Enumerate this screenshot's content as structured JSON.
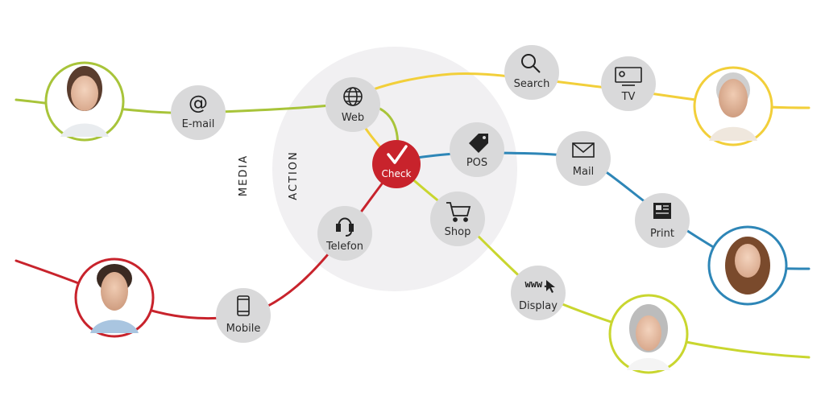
{
  "labels": {
    "media": "MEDIA",
    "action": "ACTION"
  },
  "nodes": {
    "email": "E-mail",
    "web": "Web",
    "search": "Search",
    "tv": "TV",
    "check": "Check",
    "pos": "POS",
    "mail": "Mail",
    "print": "Print",
    "shop": "Shop",
    "telefon": "Telefon",
    "mobile": "Mobile",
    "display": "Display"
  },
  "colors": {
    "green": "#a8c43a",
    "yellow": "#f2cf3a",
    "blue": "#2e86b7",
    "red": "#c8232c",
    "lime": "#c9d62f",
    "node_fill": "#d9d9da",
    "hub_fill": "#f1f0f2"
  }
}
